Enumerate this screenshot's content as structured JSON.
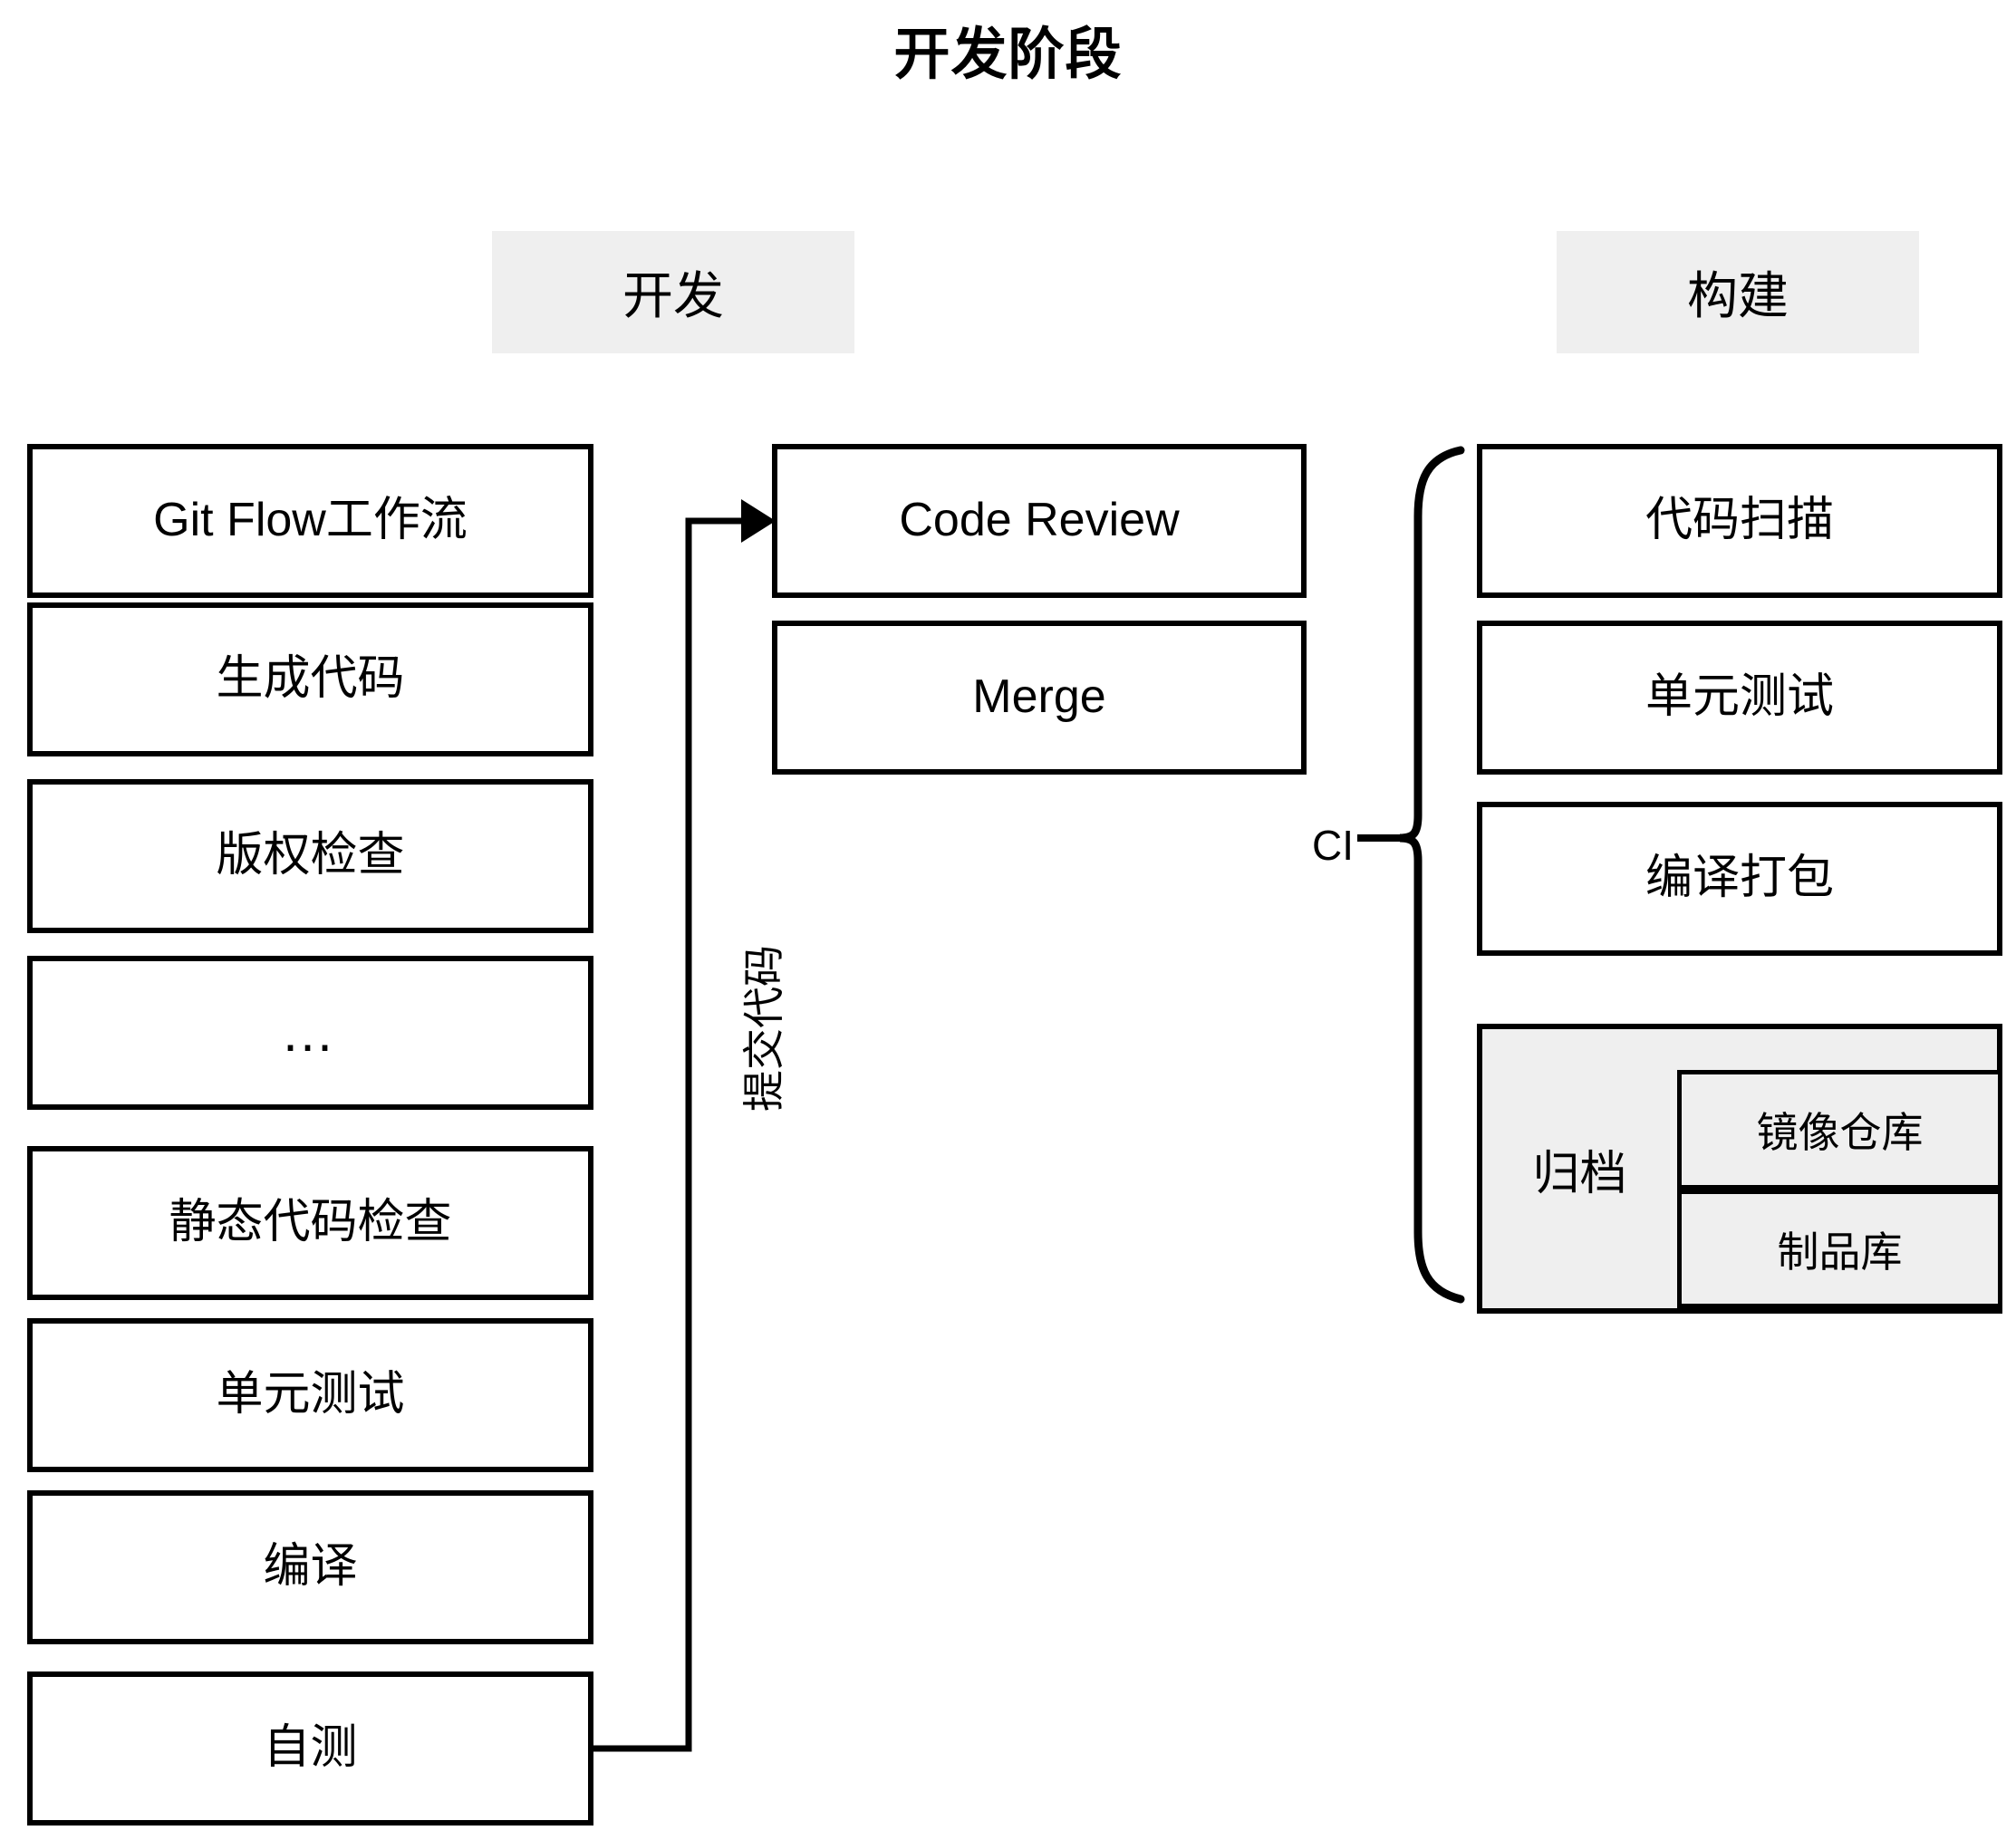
{
  "title": "开发阶段",
  "lanes": [
    {
      "id": "dev",
      "label": "开发"
    },
    {
      "id": "build",
      "label": "构建"
    }
  ],
  "dev_column": {
    "items": [
      {
        "label": "Git Flow工作流"
      },
      {
        "label": "生成代码"
      },
      {
        "label": "版权检查"
      },
      {
        "label": "…"
      },
      {
        "label": "静态代码检查"
      },
      {
        "label": "单元测试"
      },
      {
        "label": "编译"
      },
      {
        "label": "自测"
      }
    ]
  },
  "review_column": {
    "items": [
      {
        "label": "Code Review"
      },
      {
        "label": "Merge"
      }
    ]
  },
  "build_column": {
    "items": [
      {
        "label": "代码扫描"
      },
      {
        "label": "单元测试"
      },
      {
        "label": "编译打包"
      }
    ],
    "archive": {
      "label": "归档",
      "sub_items": [
        {
          "label": "镜像仓库"
        },
        {
          "label": "制品库"
        }
      ]
    }
  },
  "annotations": {
    "commit_edge_label": "提交代码",
    "ci_brace_label": "CI"
  },
  "colors": {
    "stroke": "#000000",
    "background": "#ffffff",
    "shaded_fill": "#efefef"
  }
}
